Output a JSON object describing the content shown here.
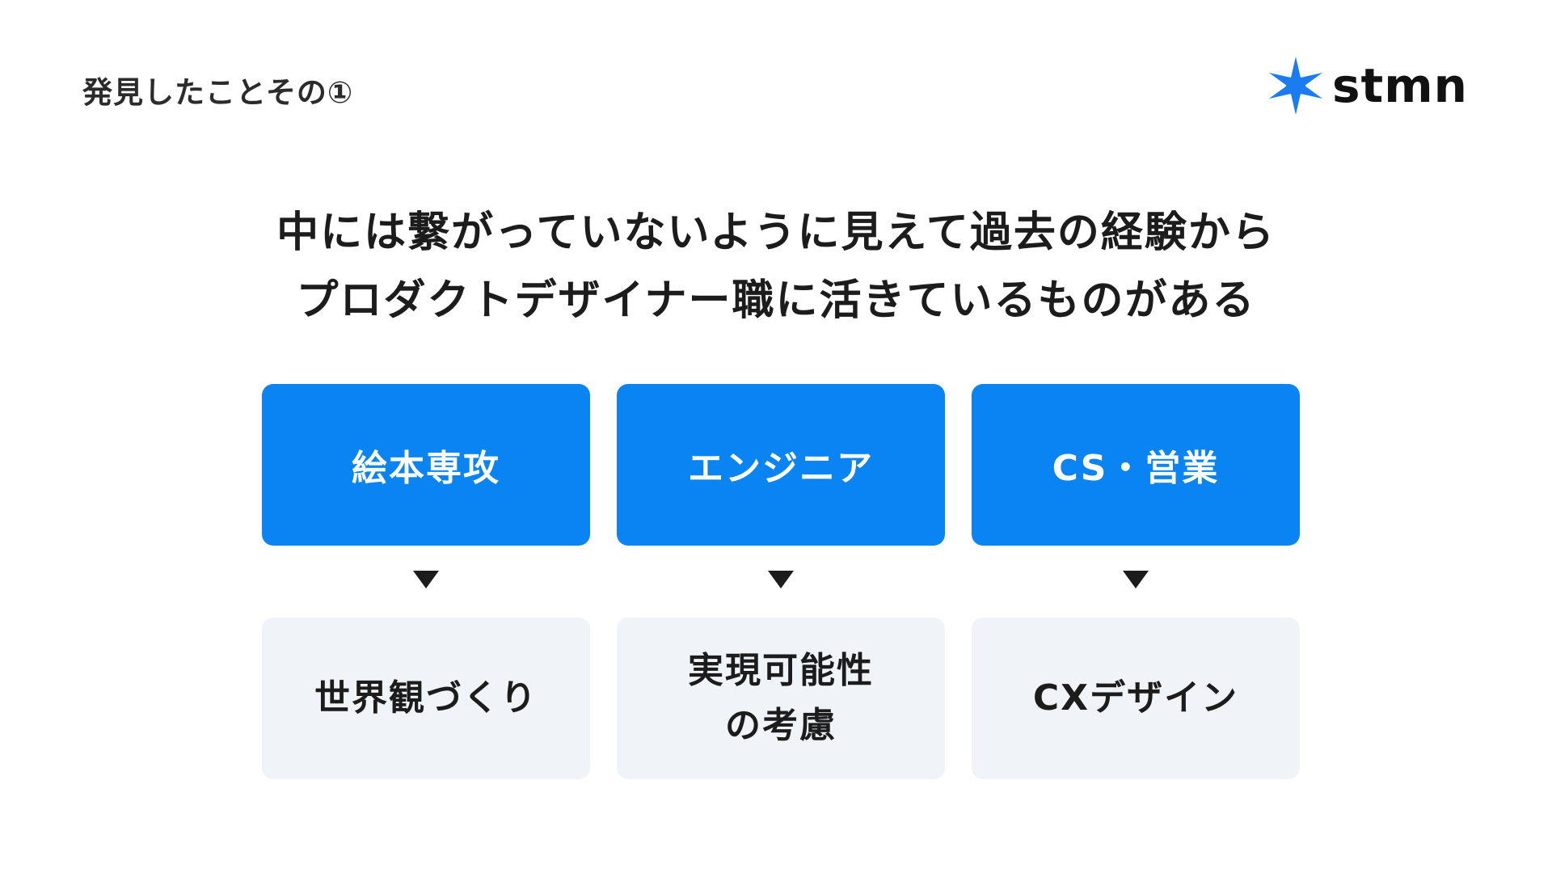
{
  "slide_label": "発見したことその①",
  "logo": {
    "text": "stmn",
    "icon": "star-burst-icon",
    "color": "#1a7cf0"
  },
  "headline": {
    "line1": "中には繋がっていないように見えて過去の経験から",
    "line2": "プロダクトデザイナー職に活きているものがある"
  },
  "columns": [
    {
      "source": "絵本専攻",
      "result_lines": [
        "世界観づくり"
      ]
    },
    {
      "source": "エンジニア",
      "result_lines": [
        "実現可能性",
        "の考慮"
      ]
    },
    {
      "source": "CS・営業",
      "result_lines": [
        "CXデザイン"
      ]
    }
  ],
  "colors": {
    "source_box": "#0a84f2",
    "result_box": "#f0f3f8",
    "arrow": "#1c1c1c",
    "text": "#1c1c1c"
  }
}
